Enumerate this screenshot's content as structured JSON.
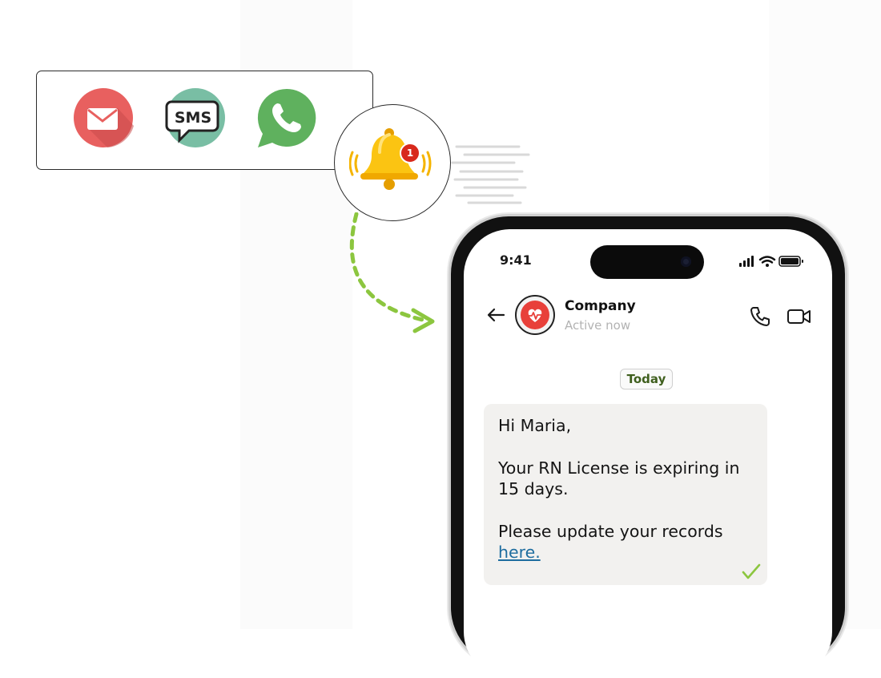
{
  "channels": {
    "items": [
      {
        "name": "email",
        "icon": "email-icon",
        "color": "#e8605f"
      },
      {
        "name": "sms",
        "icon": "sms-icon",
        "label": "SMS",
        "color": "#79bea4"
      },
      {
        "name": "whatsapp",
        "icon": "whatsapp-icon",
        "color": "#5fb15e"
      }
    ]
  },
  "notification": {
    "icon": "bell-icon",
    "badge_count": "1",
    "bell_color": "#f5b400",
    "badge_color": "#d8291c"
  },
  "phone": {
    "status_bar": {
      "time": "9:41"
    },
    "header": {
      "contact_name": "Company",
      "contact_status": "Active now",
      "avatar_icon": "heart-pulse-icon",
      "actions": [
        "phone-call-icon",
        "video-call-icon"
      ]
    },
    "day_label": "Today",
    "message": {
      "greeting": "Hi Maria,",
      "body": "Your RN License is expiring in 15 days.",
      "cta_text": "Please update your records",
      "link_text": "here.",
      "status_icon": "delivered-check-icon"
    }
  },
  "colors": {
    "accent_green": "#8cc63f",
    "link": "#1e6d9f",
    "day_chip_text": "#3f5f1e"
  }
}
